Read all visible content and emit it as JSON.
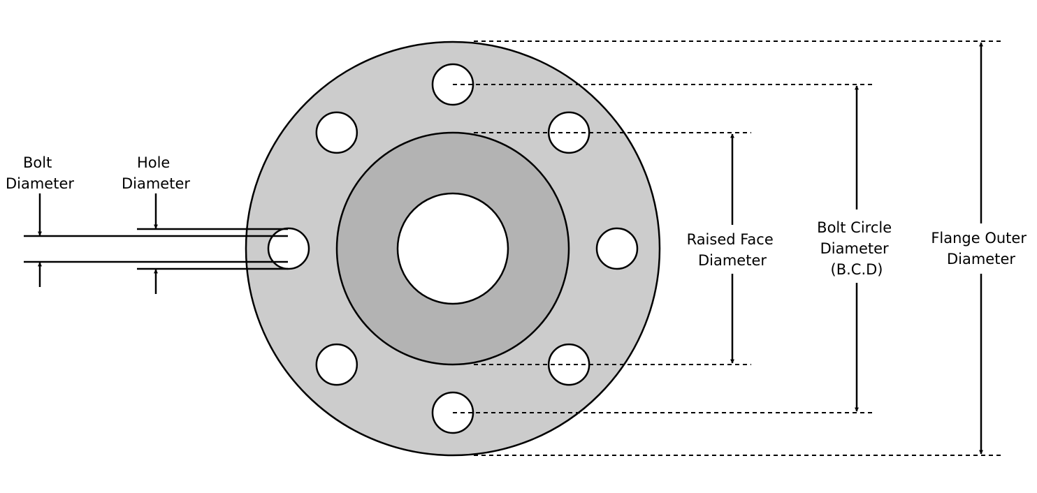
{
  "colors": {
    "flange": "#cccccc",
    "raised_face": "#b3b3b3",
    "bore": "#ffffff",
    "stroke": "#000000"
  },
  "labels": {
    "bolt_diameter": [
      "Bolt",
      "Diameter"
    ],
    "hole_diameter": [
      "Hole",
      "Diameter"
    ],
    "raised_face_diameter": [
      "Raised Face",
      "Diameter"
    ],
    "bolt_circle_diameter": [
      "Bolt Circle",
      "Diameter",
      "(B.C.D)"
    ],
    "flange_outer_diameter": [
      "Flange Outer",
      "Diameter"
    ]
  },
  "bolt_hole_count": 8
}
